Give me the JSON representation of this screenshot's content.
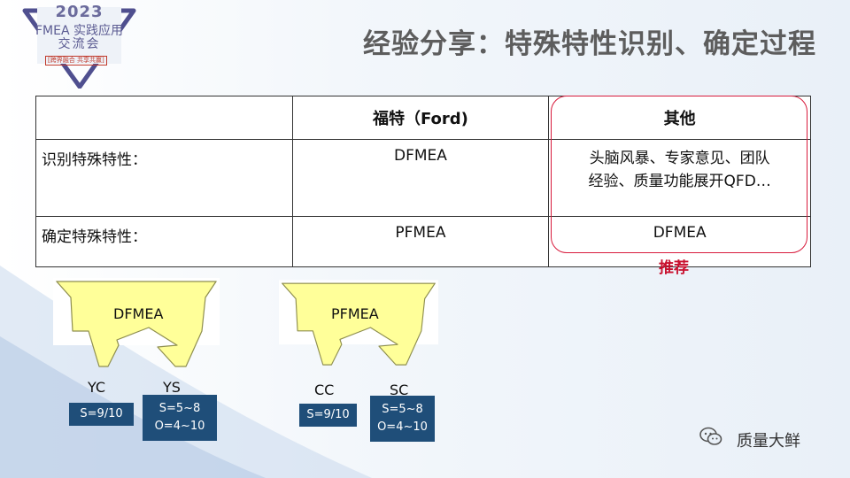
{
  "logo": {
    "year": "2023",
    "line2": "FMEA 实践应用",
    "line3": "交流会",
    "tag": "[跨界融合 共享共赢]"
  },
  "title": "经验分享：特殊特性识别、确定过程",
  "table": {
    "headers": [
      "",
      "福特（Ford)",
      "其他"
    ],
    "rows": [
      {
        "label": "识别特殊特性：",
        "ford": "DFMEA",
        "other_line1": "头脑风暴、专家意见、团队",
        "other_line2": "经验、质量功能展开QFD…"
      },
      {
        "label": "确定特殊特性：",
        "ford": "PFMEA",
        "other": "DFMEA"
      }
    ]
  },
  "recommend": "推荐",
  "diagrams": [
    {
      "label": "DFMEA",
      "left_code": "YC",
      "right_code": "YS",
      "left_badge": "S=9/10",
      "right_badge_line1": "S=5~8",
      "right_badge_line2": "O=4~10"
    },
    {
      "label": "PFMEA",
      "left_code": "CC",
      "right_code": "SC",
      "left_badge": "S=9/10",
      "right_badge_line1": "S=5~8",
      "right_badge_line2": "O=4~10"
    }
  ],
  "watermark": {
    "name": "质量大鲜",
    "icon": "wechat-icon"
  },
  "colors": {
    "arrow_fill": "#ffff99",
    "badge": "#1f4e79",
    "highlight": "#d81b3c",
    "recommend": "#c8102e"
  }
}
